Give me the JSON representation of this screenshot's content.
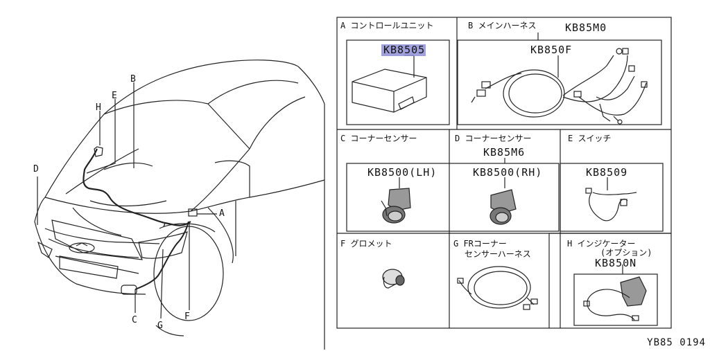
{
  "callouts": {
    "A": "A",
    "B": "B",
    "C": "C",
    "D": "D",
    "E": "E",
    "F": "F",
    "G": "G",
    "H": "H"
  },
  "parts": {
    "A": {
      "title": "A コントロールユニット",
      "code": "KB8505"
    },
    "B": {
      "title": "B メインハーネス",
      "group": "KB85M0",
      "code": "KB850F"
    },
    "C": {
      "title": "C コーナーセンサー",
      "code": "KB8500(LH)"
    },
    "D": {
      "title": "D コーナーセンサー",
      "group": "KB85M6",
      "code": "KB8500(RH)"
    },
    "E": {
      "title": "E スイッチ",
      "code": "KB8509"
    },
    "F": {
      "title": "F グロメット"
    },
    "G": {
      "title_line1": "G FRコーナー",
      "title_line2": "センサーハーネス"
    },
    "H": {
      "title_line1": "H インジケーター",
      "title_line2": "(オプション)",
      "code": "KB850N"
    }
  },
  "footer": "YB85 0194",
  "colors": {
    "line": "#222222",
    "highlight": "#8f8fd6"
  }
}
